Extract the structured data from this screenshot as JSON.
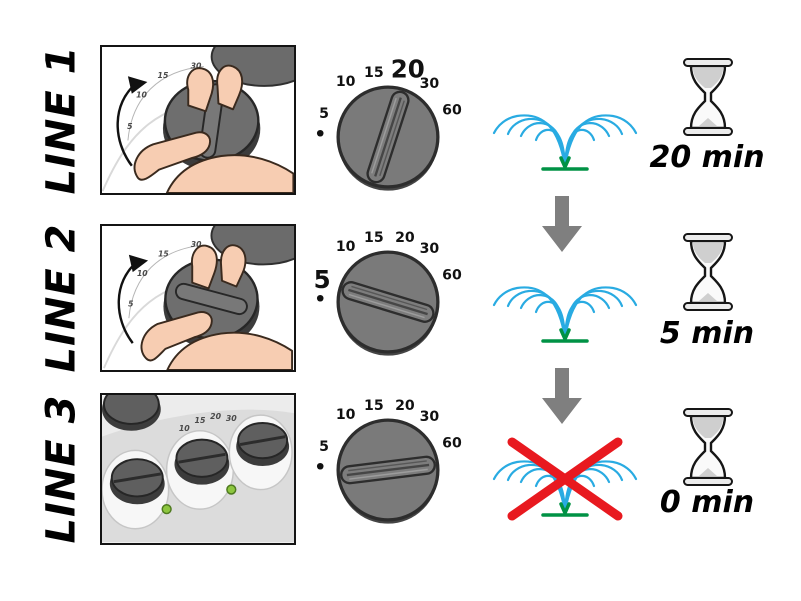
{
  "rows": [
    {
      "line_label": "LINE 1",
      "photo": {
        "tick_labels": [
          "5",
          "10",
          "15",
          "30"
        ]
      },
      "dial": {
        "labels": [
          "5",
          "10",
          "15",
          "20",
          "30",
          "60"
        ],
        "selected": "20"
      },
      "sprinkler": "on",
      "duration": "20 min"
    },
    {
      "line_label": "LINE 2",
      "photo": {
        "tick_labels": [
          "5",
          "10",
          "15",
          "30"
        ]
      },
      "dial": {
        "labels": [
          "5",
          "10",
          "15",
          "20",
          "30",
          "60"
        ],
        "selected": "5"
      },
      "sprinkler": "on",
      "duration": "5 min"
    },
    {
      "line_label": "LINE 3",
      "photo": {
        "tick_labels": [
          "10",
          "15",
          "20",
          "30"
        ]
      },
      "dial": {
        "labels": [
          "5",
          "10",
          "15",
          "20",
          "30",
          "60"
        ],
        "selected": "0"
      },
      "sprinkler": "off-crossed-out",
      "duration": "0 min"
    }
  ],
  "colors": {
    "water": "#29abe2",
    "ground": "#009245",
    "cross_out": "#e8191f",
    "arrow": "#7f7f7f"
  }
}
